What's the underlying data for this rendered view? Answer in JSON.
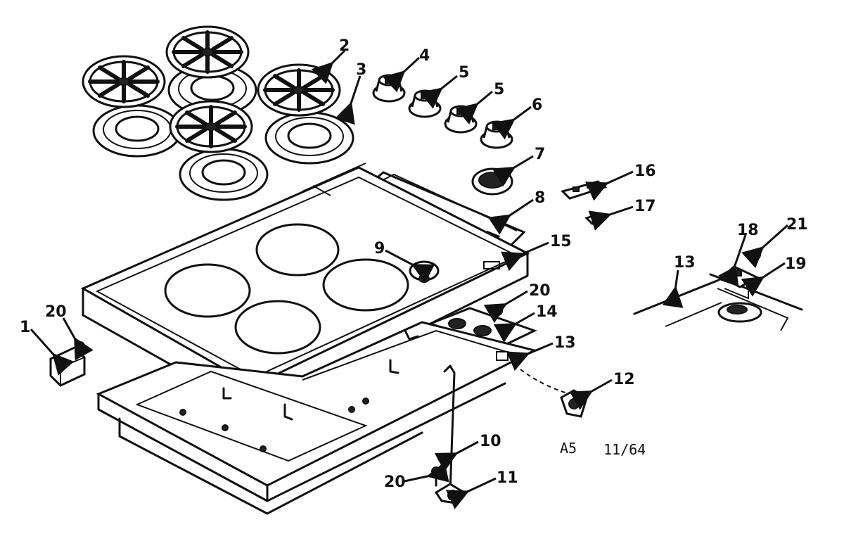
{
  "callouts": {
    "c1": "1",
    "c2": "2",
    "c3": "3",
    "c4": "4",
    "c5a": "5",
    "c5b": "5",
    "c6": "6",
    "c7": "7",
    "c8": "8",
    "c9": "9",
    "c10": "10",
    "c11": "11",
    "c12": "12",
    "c13a": "13",
    "c13b": "13",
    "c14": "14",
    "c15": "15",
    "c16": "16",
    "c17": "17",
    "c18": "18",
    "c19": "19",
    "c20a": "20",
    "c20b": "20",
    "c20c": "20",
    "c21": "21"
  },
  "notes": {
    "section": "A5",
    "date": "11/64"
  }
}
